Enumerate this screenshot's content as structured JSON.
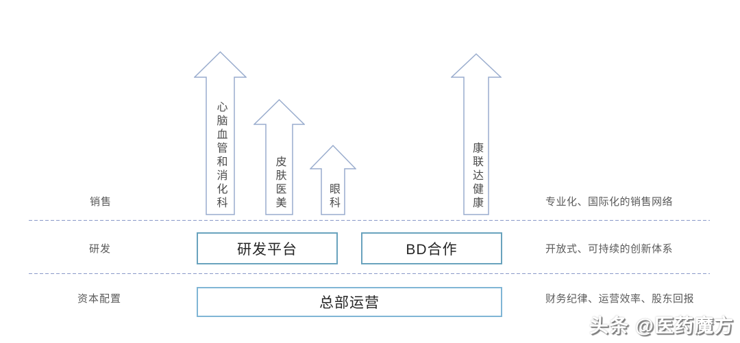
{
  "arrows": [
    {
      "name": "cardio-cerebro-digestive",
      "label": "心脑血管和消化科"
    },
    {
      "name": "derma-medical-aesthetics",
      "label": "皮肤医美"
    },
    {
      "name": "ophthalmology",
      "label": "眼科"
    },
    {
      "name": "kanglianda-health",
      "label": "康联达健康"
    }
  ],
  "rows": [
    {
      "label": "销售",
      "note": "专业化、国际化的销售网络"
    },
    {
      "label": "研发",
      "note": "开放式、可持续的创新体系"
    },
    {
      "label": "资本配置",
      "note": "财务纪律、运营效率、股东回报"
    }
  ],
  "boxes": [
    {
      "label": "研发平台"
    },
    {
      "label": "BD合作"
    },
    {
      "label": "总部运营"
    }
  ],
  "watermark": "头条 @医药魔方",
  "colors": {
    "arrow_outline": "#99accd",
    "box_border_top_row": "#68a2bd",
    "box_border_bottom_row": "#7fb5d5",
    "dashed_line": "#8898c8",
    "side_label_text": "#5a5a5a",
    "box_text": "#262626",
    "arrow_text": "#4a4a4a",
    "background": "#ffffff"
  }
}
